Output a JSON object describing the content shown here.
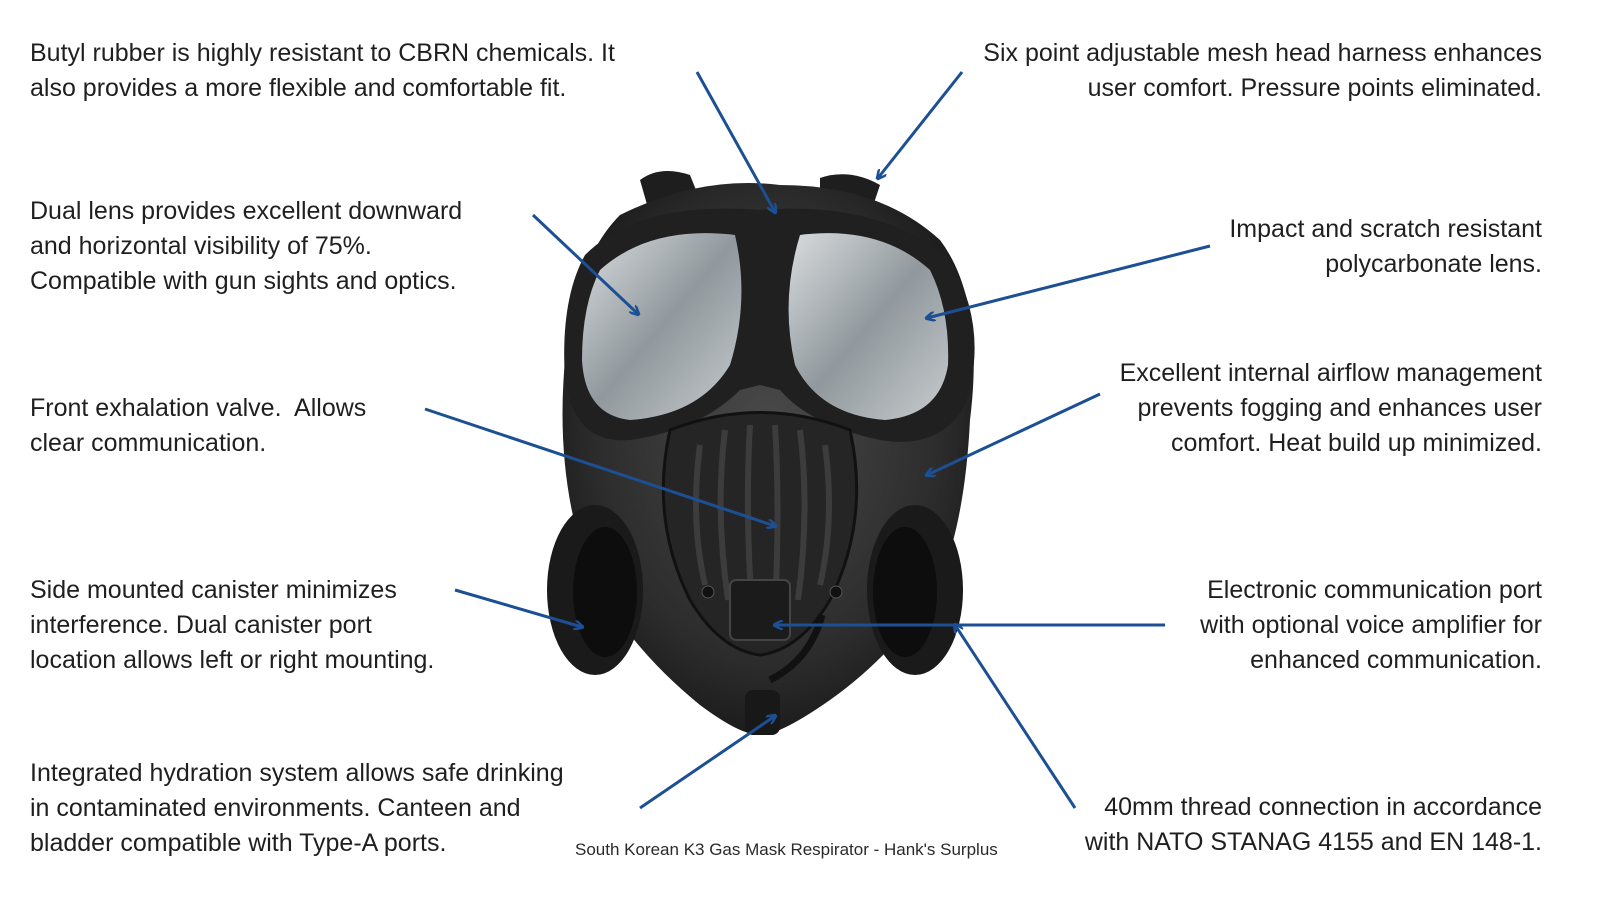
{
  "annotations": {
    "butyl": [
      "Butyl rubber is highly resistant to CBRN chemicals. It",
      "also provides a more flexible and comfortable fit."
    ],
    "dual_lens": [
      "Dual lens provides excellent downward",
      "and horizontal visibility of 75%.",
      "Compatible with gun sights and optics."
    ],
    "exhalation": [
      "Front exhalation valve.  Allows",
      "clear communication."
    ],
    "canister": [
      "Side mounted canister minimizes",
      "interference. Dual canister port",
      "location allows left or right mounting."
    ],
    "hydration": [
      "Integrated hydration system allows safe drinking",
      "in contaminated environments. Canteen and",
      "bladder compatible with Type-A ports."
    ],
    "harness": [
      "Six point adjustable mesh head harness enhances",
      "user comfort. Pressure points eliminated."
    ],
    "lens": [
      "Impact and scratch resistant",
      "polycarbonate lens."
    ],
    "airflow": [
      "Excellent internal airflow management",
      "prevents fogging and enhances user",
      "comfort. Heat build up minimized."
    ],
    "comm_port": [
      "Electronic communication port",
      "with optional voice amplifier for",
      "enhanced communication."
    ],
    "thread": [
      "40mm thread connection in accordance",
      "with NATO STANAG 4155 and EN 148-1."
    ]
  },
  "caption": "South Korean K3 Gas Mask Respirator - Hank's Surplus",
  "colors": {
    "arrow": "#1c4f94",
    "mask": "#2b2b2b",
    "text": "#1f1f1f"
  }
}
